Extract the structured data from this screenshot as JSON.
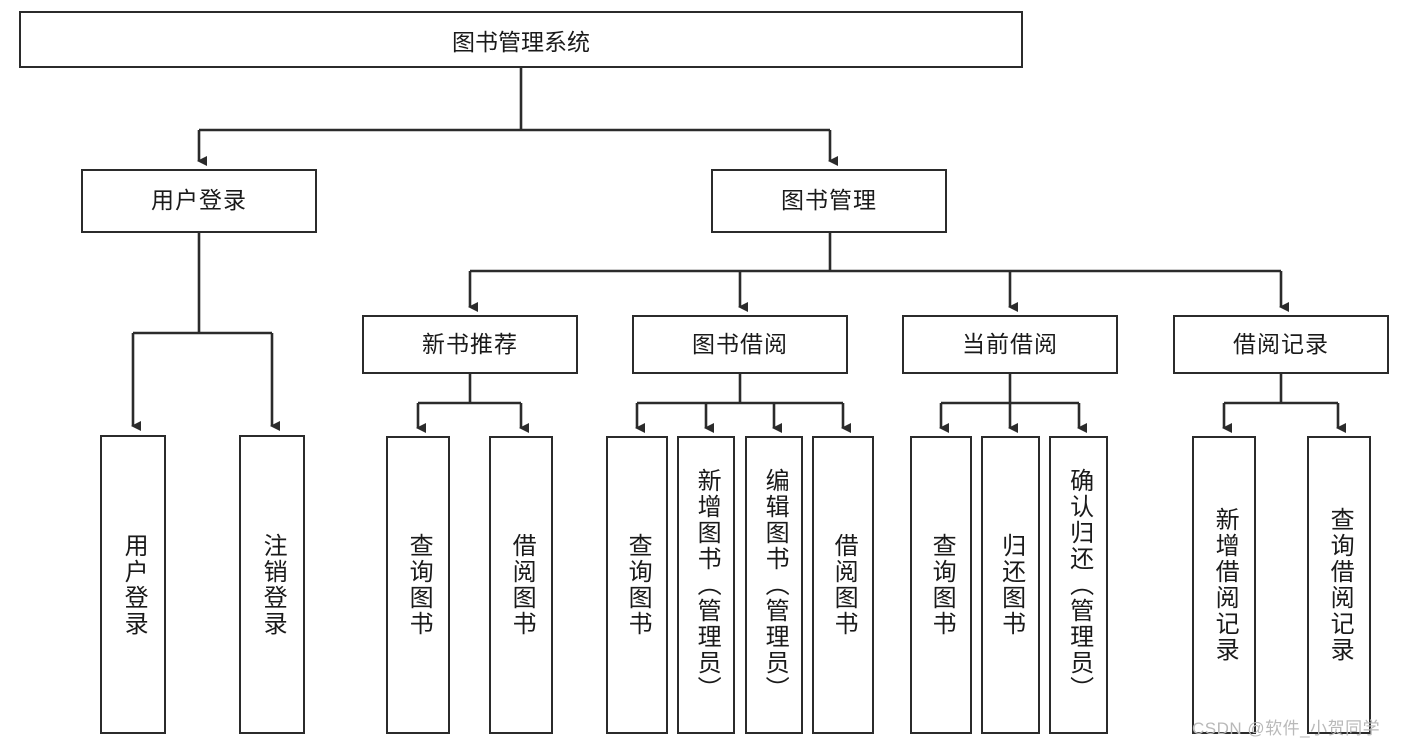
{
  "diagram": {
    "type": "hierarchy-tree",
    "title": "图书管理系统",
    "root": {
      "label": "图书管理系统"
    },
    "level1": [
      {
        "id": "user-login",
        "label": "用户登录"
      },
      {
        "id": "book-manage",
        "label": "图书管理"
      }
    ],
    "level2": [
      {
        "id": "new-book-recommend",
        "label": "新书推荐",
        "parent": "book-manage"
      },
      {
        "id": "book-borrow",
        "label": "图书借阅",
        "parent": "book-manage"
      },
      {
        "id": "current-borrow",
        "label": "当前借阅",
        "parent": "book-manage"
      },
      {
        "id": "borrow-record",
        "label": "借阅记录",
        "parent": "book-manage"
      }
    ],
    "leaves": [
      {
        "id": "leaf-user-login",
        "label": "用户登录",
        "parent": "user-login"
      },
      {
        "id": "leaf-user-logout",
        "label": "注销登录",
        "parent": "user-login"
      },
      {
        "id": "leaf-query-book-1",
        "label": "查询图书",
        "parent": "new-book-recommend"
      },
      {
        "id": "leaf-borrow-book-1",
        "label": "借阅图书",
        "parent": "new-book-recommend"
      },
      {
        "id": "leaf-query-book-2",
        "label": "查询图书",
        "parent": "book-borrow"
      },
      {
        "id": "leaf-add-book",
        "label": "新增图书（管理员）",
        "parent": "book-borrow"
      },
      {
        "id": "leaf-edit-book",
        "label": "编辑图书（管理员）",
        "parent": "book-borrow"
      },
      {
        "id": "leaf-borrow-book-2",
        "label": "借阅图书",
        "parent": "book-borrow"
      },
      {
        "id": "leaf-query-book-3",
        "label": "查询图书",
        "parent": "current-borrow"
      },
      {
        "id": "leaf-return-book",
        "label": "归还图书",
        "parent": "current-borrow"
      },
      {
        "id": "leaf-confirm-return",
        "label": "确认归还（管理员）",
        "parent": "current-borrow"
      },
      {
        "id": "leaf-add-record",
        "label": "新增借阅记录",
        "parent": "borrow-record"
      },
      {
        "id": "leaf-query-record",
        "label": "查询借阅记录",
        "parent": "borrow-record"
      }
    ]
  },
  "watermark": {
    "text": "CSDN @软件_小贺同学"
  },
  "colors": {
    "stroke": "#2b2b2b",
    "box_fill": "#ffffff",
    "text": "#1a1a1a",
    "background": "#ffffff",
    "watermark": "#b9b9b9"
  }
}
